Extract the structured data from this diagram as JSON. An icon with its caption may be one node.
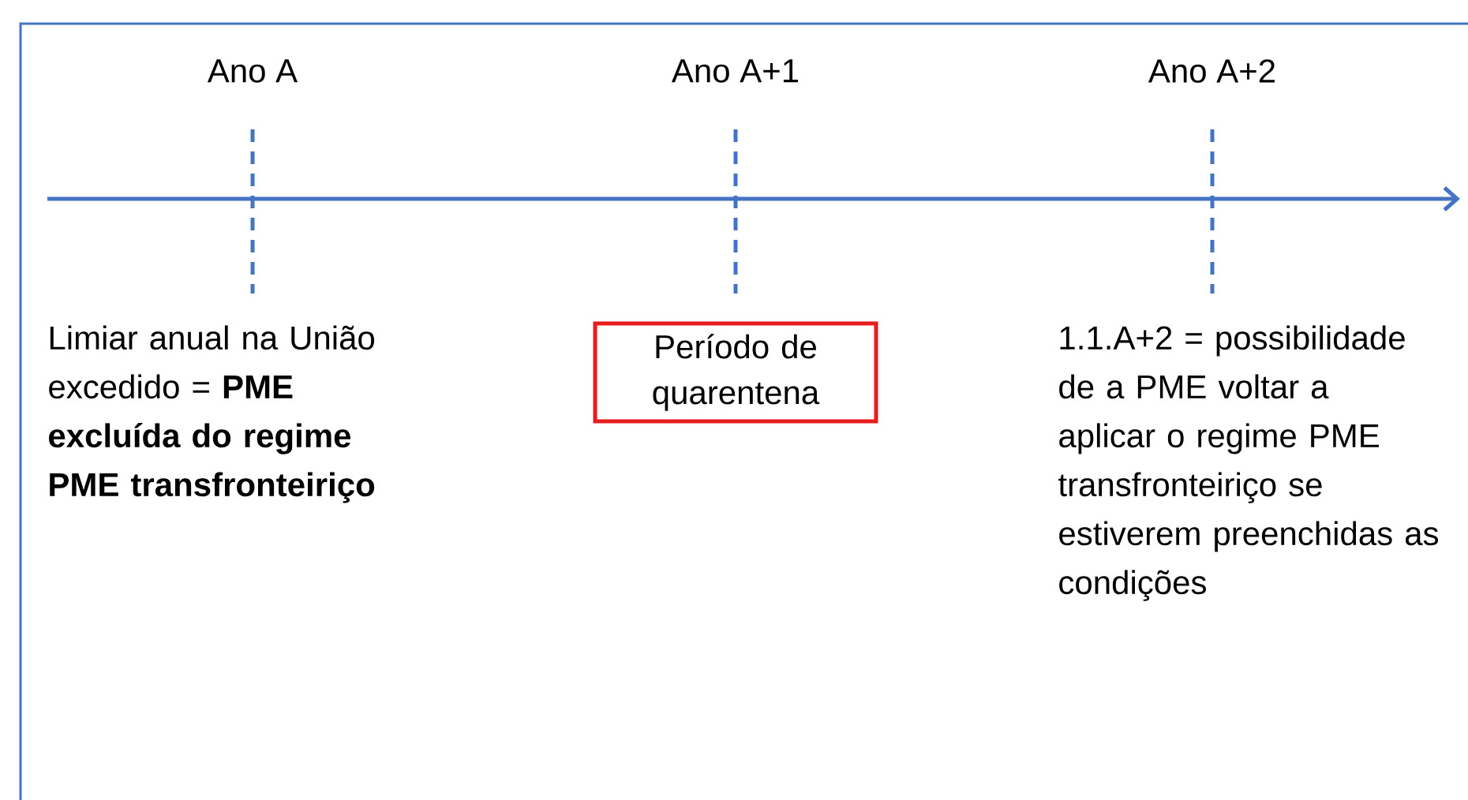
{
  "diagram": {
    "nodes": [
      {
        "text": [
          "Período de quarentena"
        ]
      }
    ],
    "labels": [
      "Ano A",
      "Ano A+1",
      "Ano A+2",
      "Limiar anual na União excedido = **PME excluída do regime PME transfronteiriço**",
      "1.1.A+2 = possibilidade de a PME voltar a aplicar o regime PME transfronteiriço se estiverem preenchidas as condições"
    ]
  }
}
